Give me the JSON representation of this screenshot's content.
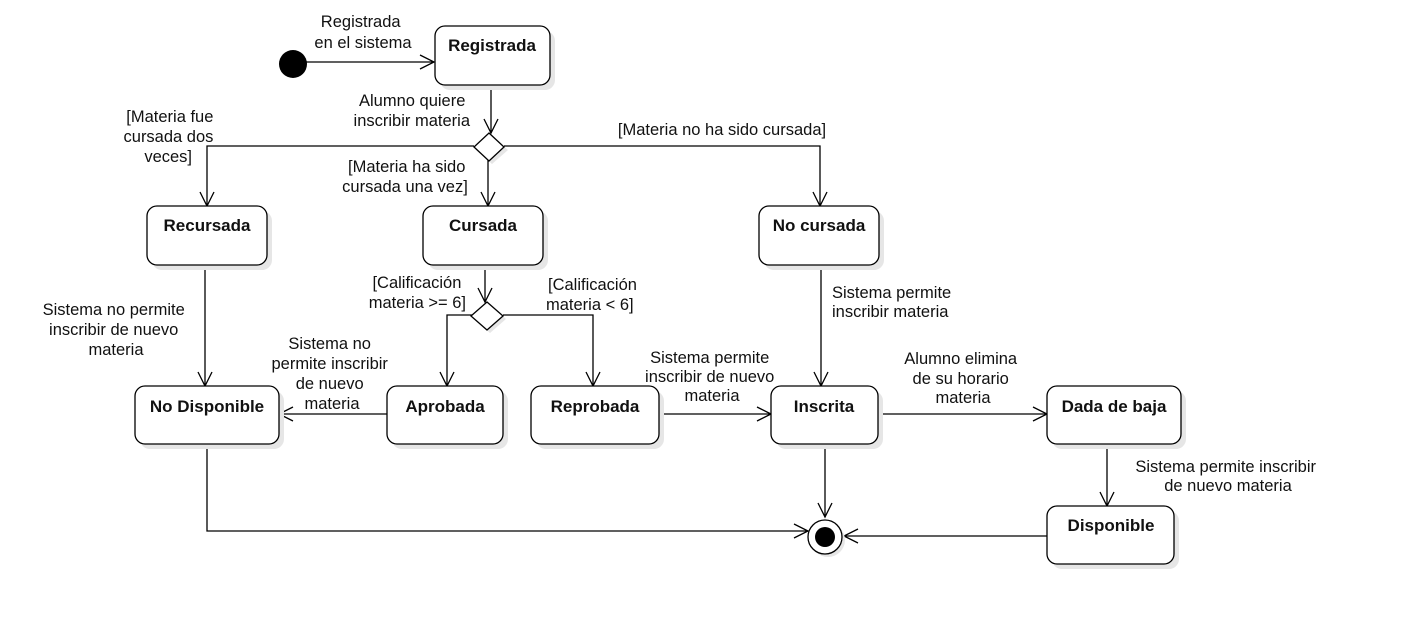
{
  "states": {
    "registrada": "Registrada",
    "recursada": "Recursada",
    "cursada": "Cursada",
    "no_cursada": "No cursada",
    "no_disponible": "No Disponible",
    "aprobada": "Aprobada",
    "reprobada": "Reprobada",
    "inscrita": "Inscrita",
    "dada_de_baja": "Dada de baja",
    "disponible": "Disponible"
  },
  "edge_labels": {
    "start_registrada": [
      "Registrada",
      "en el sistema"
    ],
    "alumno_quiere": [
      "Alumno quiere",
      "inscribir materia"
    ],
    "cursada_dos_veces": [
      "[Materia fue",
      "cursada dos",
      "veces]"
    ],
    "cursada_una_vez": [
      "[Materia ha sido",
      "cursada una vez]"
    ],
    "no_ha_sido_cursada": [
      "[Materia no ha sido cursada]"
    ],
    "calif_mayor": [
      "[Calificación",
      "materia >= 6]"
    ],
    "calif_menor": [
      "[Calificación",
      "materia < 6]"
    ],
    "no_permite_recursada": [
      "Sistema no permite",
      "inscribir de nuevo",
      "materia"
    ],
    "no_permite_aprobada": [
      "Sistema no",
      "permite inscribir",
      "de nuevo",
      "materia"
    ],
    "permite_no_cursada": [
      "Sistema permite",
      "inscribir materia"
    ],
    "permite_reprobada": [
      "Sistema permite",
      "inscribir de nuevo",
      "materia"
    ],
    "alumno_elimina": [
      "Alumno elimina",
      "de su horario",
      "materia"
    ],
    "permite_dada_baja": [
      "Sistema permite inscribir",
      "de nuevo materia"
    ]
  }
}
